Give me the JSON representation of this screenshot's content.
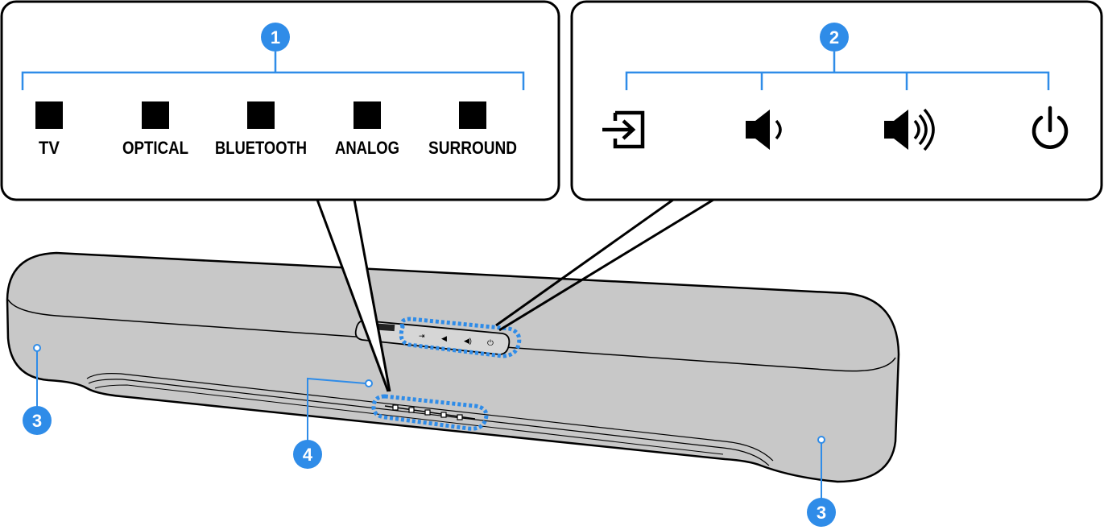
{
  "callouts": {
    "indicators": {
      "badge": "1",
      "labels": [
        "TV",
        "OPTICAL",
        "BLUETOOTH",
        "ANALOG",
        "SURROUND"
      ]
    },
    "buttons": {
      "badge": "2",
      "icons": [
        "input-icon",
        "volume-down-icon",
        "volume-up-icon",
        "power-icon"
      ]
    }
  },
  "markers": {
    "speaker_left": "3",
    "speaker_right": "3",
    "remote_sensor": "4"
  },
  "colors": {
    "accent": "#2f8ce8",
    "accent_dark": "#1e6fc2",
    "bar_body": "#c8c8c8",
    "outline": "#000000"
  }
}
